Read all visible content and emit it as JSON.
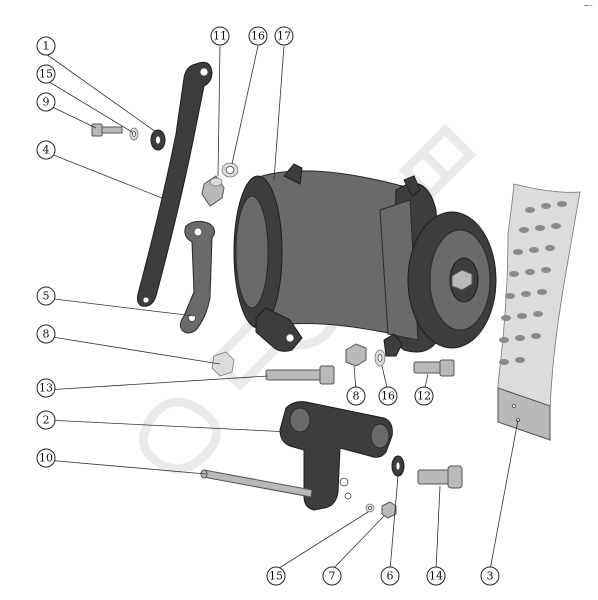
{
  "corner_mark": "~-",
  "callouts": [
    {
      "id": "c1",
      "label": "1"
    },
    {
      "id": "c15a",
      "label": "15"
    },
    {
      "id": "c9",
      "label": "9"
    },
    {
      "id": "c4",
      "label": "4"
    },
    {
      "id": "c11",
      "label": "11"
    },
    {
      "id": "c16a",
      "label": "16"
    },
    {
      "id": "c17",
      "label": "17"
    },
    {
      "id": "c5",
      "label": "5"
    },
    {
      "id": "c8a",
      "label": "8"
    },
    {
      "id": "c13",
      "label": "13"
    },
    {
      "id": "c2",
      "label": "2"
    },
    {
      "id": "c10",
      "label": "10"
    },
    {
      "id": "c8b",
      "label": "8"
    },
    {
      "id": "c16b",
      "label": "16"
    },
    {
      "id": "c12",
      "label": "12"
    },
    {
      "id": "c15b",
      "label": "15"
    },
    {
      "id": "c7",
      "label": "7"
    },
    {
      "id": "c6",
      "label": "6"
    },
    {
      "id": "c14",
      "label": "14"
    },
    {
      "id": "c3",
      "label": "3"
    }
  ]
}
